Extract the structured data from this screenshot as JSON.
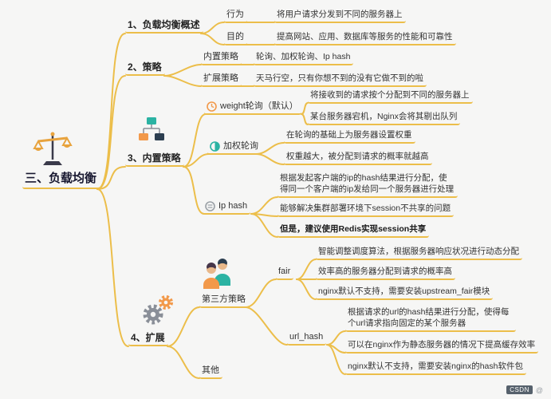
{
  "root": {
    "label": "三、负载均衡"
  },
  "branches": [
    {
      "label": "1、负载均衡概述",
      "children": [
        {
          "label": "行为",
          "children": [
            {
              "label": "将用户请求分发到不同的服务器上"
            }
          ]
        },
        {
          "label": "目的",
          "children": [
            {
              "label": "提高网站、应用、数据库等服务的性能和可靠性"
            }
          ]
        }
      ]
    },
    {
      "label": "2、策略",
      "children": [
        {
          "label": "内置策略",
          "children": [
            {
              "label": "轮询、加权轮询、Ip hash"
            }
          ]
        },
        {
          "label": "扩展策略",
          "children": [
            {
              "label": "天马行空，只有你想不到的没有它做不到的啦"
            }
          ]
        }
      ]
    },
    {
      "label": "3、内置策略",
      "children": [
        {
          "label": "weight轮询（默认）",
          "icon": "clock-icon",
          "children": [
            {
              "label": "将接收到的请求按个分配到不同的服务器上"
            },
            {
              "label": "某台服务器宕机，Nginx会将其剔出队列"
            }
          ]
        },
        {
          "label": "加权轮询",
          "icon": "half-circle-icon",
          "children": [
            {
              "label": "在轮询的基础上为服务器设置权重"
            },
            {
              "label": "权重越大，被分配到请求的概率就越高"
            }
          ]
        },
        {
          "label": "Ip hash",
          "icon": "hash-circle-icon",
          "children": [
            {
              "label": "根据发起客户端的ip的hash结果进行分配，使得同一个客户端的ip发给同一个服务器进行处理"
            },
            {
              "label": "能够解决集群部署环境下session不共享的问题"
            },
            {
              "label": "但是，建议使用Redis实现session共享"
            }
          ]
        }
      ]
    },
    {
      "label": "4、扩展",
      "children": [
        {
          "label": "第三方策略",
          "children": [
            {
              "label": "fair",
              "children": [
                {
                  "label": "智能调整调度算法，根据服务器响应状况进行动态分配"
                },
                {
                  "label": "效率高的服务器分配到请求的概率高"
                },
                {
                  "label": "nginx默认不支持，需要安装upstream_fair模块"
                }
              ]
            },
            {
              "label": "url_hash",
              "children": [
                {
                  "label": "根据请求的url的hash结果进行分配，使得每个url请求指向固定的某个服务器"
                },
                {
                  "label": "可以在nginx作为静态服务器的情况下提高缓存效率"
                },
                {
                  "label": "nginx默认不支持，需要安装nginx的hash软件包"
                }
              ]
            }
          ]
        },
        {
          "label": "其他"
        }
      ]
    }
  ],
  "watermark": {
    "brand": "CSDN",
    "user": "@"
  },
  "colors": {
    "line": "#ECBE4A",
    "background": "#f6f6f5",
    "text": "#333333",
    "accent_orange": "#F2994A",
    "accent_teal": "#2BB3A3",
    "accent_navy": "#2C3E50"
  }
}
